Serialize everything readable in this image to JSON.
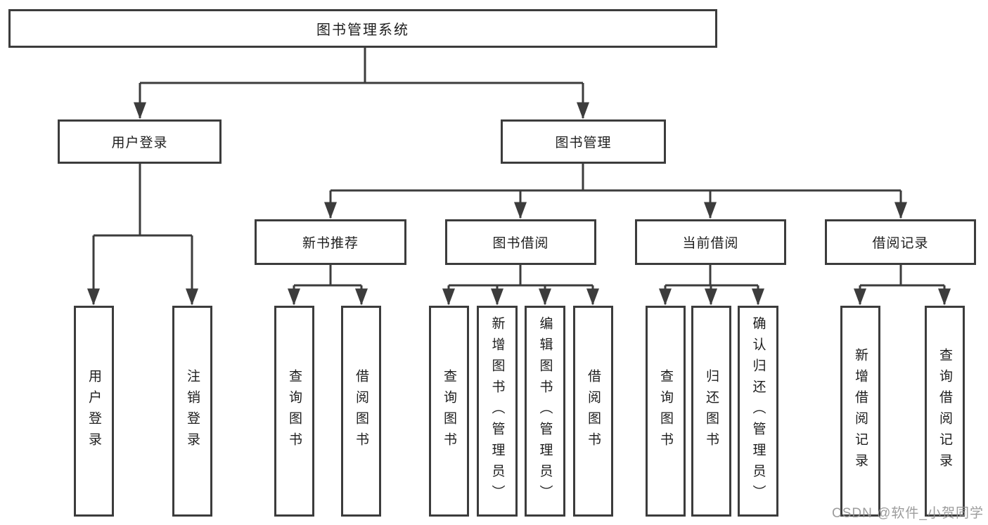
{
  "tree": {
    "root": {
      "label": "图书管理系统"
    },
    "branches": [
      {
        "label": "用户登录",
        "children": [
          {
            "label": "用户登录"
          },
          {
            "label": "注销登录"
          }
        ]
      },
      {
        "label": "图书管理",
        "sections": [
          {
            "label": "新书推荐",
            "children": [
              {
                "label": "查询图书"
              },
              {
                "label": "借阅图书"
              }
            ]
          },
          {
            "label": "图书借阅",
            "children": [
              {
                "label": "查询图书"
              },
              {
                "label": "新增图书（管理员）"
              },
              {
                "label": "编辑图书（管理员）"
              },
              {
                "label": "借阅图书"
              }
            ]
          },
          {
            "label": "当前借阅",
            "children": [
              {
                "label": "查询图书"
              },
              {
                "label": "归还图书"
              },
              {
                "label": "确认归还（管理员）"
              }
            ]
          },
          {
            "label": "借阅记录",
            "children": [
              {
                "label": "新增借阅记录"
              },
              {
                "label": "查询借阅记录"
              }
            ]
          }
        ]
      }
    ]
  },
  "watermark": {
    "text": "CSDN @软件_小贺同学"
  },
  "colors": {
    "line": "#3c3c3c",
    "box_border": "#3c3c3c",
    "box_background": "#ffffff",
    "text": "#1e1e1e",
    "watermark": "#949494",
    "background": "#ffffff"
  }
}
